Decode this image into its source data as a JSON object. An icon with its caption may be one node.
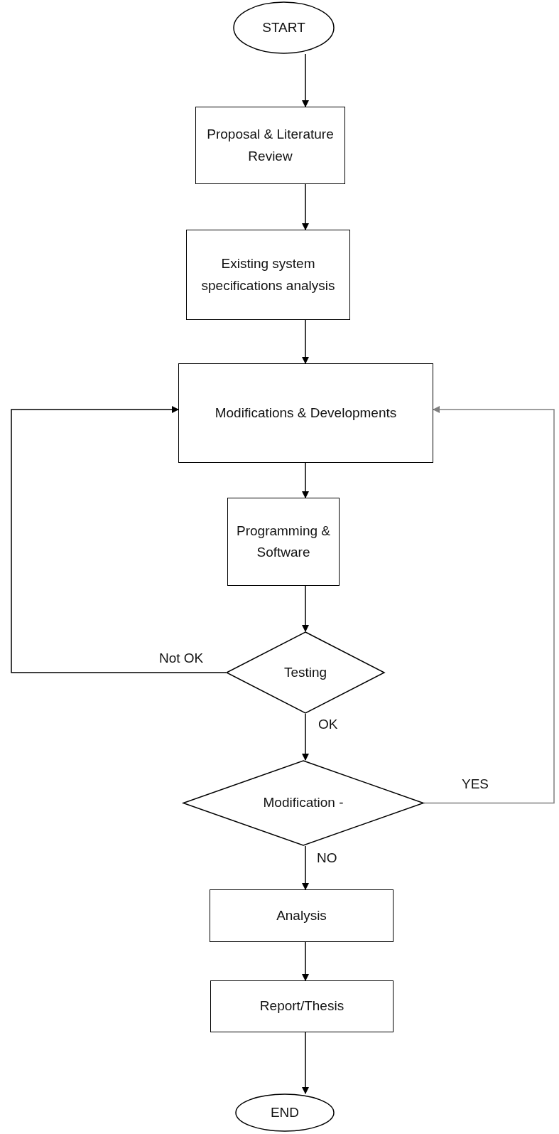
{
  "diagram": {
    "nodes": [
      {
        "text": [
          "START"
        ]
      },
      {
        "text": [
          "Proposal & Literature Review"
        ]
      },
      {
        "text": [
          "Existing system specifications analysis"
        ]
      },
      {
        "text": [
          "Modifications & Developments"
        ]
      },
      {
        "text": [
          "Programming & Software"
        ]
      },
      {
        "text": [
          "Testing"
        ]
      },
      {
        "text": [
          "Modification -"
        ]
      },
      {
        "text": [
          "Analysis"
        ]
      },
      {
        "text": [
          "Report/Thesis"
        ]
      },
      {
        "text": [
          "END"
        ]
      }
    ],
    "edges": [
      {
        "from": 0,
        "to": 1,
        "arrow": "to"
      },
      {
        "from": 1,
        "to": 2,
        "arrow": "to"
      },
      {
        "from": 2,
        "to": 3,
        "arrow": "to"
      },
      {
        "from": 3,
        "to": 4,
        "arrow": "to"
      },
      {
        "from": 4,
        "to": 5,
        "arrow": "to"
      },
      {
        "from": 5,
        "to": 3,
        "arrow": "to",
        "label": "Not OK"
      },
      {
        "from": 5,
        "to": 6,
        "arrow": "to",
        "label": "OK"
      },
      {
        "from": 6,
        "to": 3,
        "arrow": "to",
        "label": "YES",
        "color": "#7f7f7f"
      },
      {
        "from": 6,
        "to": 7,
        "arrow": "to",
        "label": "NO"
      },
      {
        "from": 7,
        "to": 8,
        "arrow": "to"
      },
      {
        "from": 8,
        "to": 9,
        "arrow": "to"
      }
    ]
  }
}
